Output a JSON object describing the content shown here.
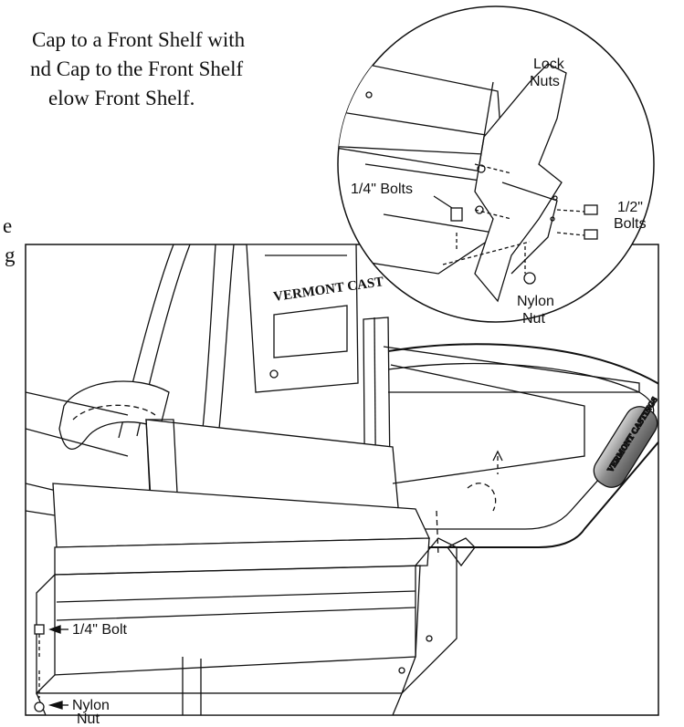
{
  "instructions": {
    "lines": [
      "Cap to a Front Shelf with",
      "nd Cap to the Front Shelf",
      "elow Front Shelf.",
      "e",
      "g"
    ]
  },
  "callouts": {
    "lock_nuts": [
      "Lock",
      "Nuts"
    ],
    "quarter_bolts": "1/4\" Bolts",
    "half_bolts": [
      "1/2\"",
      "Bolts"
    ],
    "nylon_nut_detail": [
      "Nylon",
      "Nut"
    ],
    "quarter_bolt": "1/4\" Bolt",
    "nylon_nut_main": [
      "Nylon",
      "Nut"
    ]
  },
  "brand": {
    "sign_text": "VERMONT CAST",
    "grip_text": "VERMONT CASTINGS"
  },
  "colors": {
    "line": "#111111",
    "grip": "#8a8a8a",
    "grip_highlight": "#cfcfcf"
  }
}
